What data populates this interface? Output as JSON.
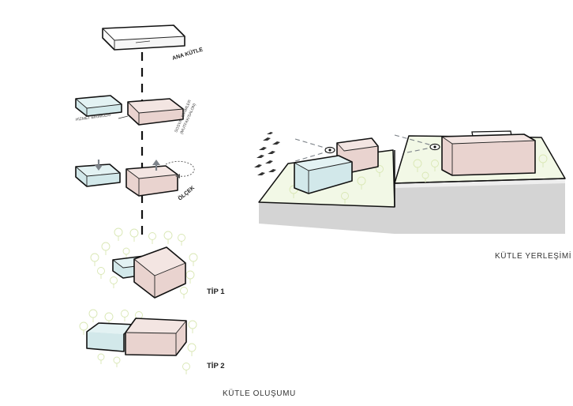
{
  "labels": {
    "ana_kutle": "ANA KÜTLE",
    "hizmet_birimleri": "HİZMET BİRİMLERİ",
    "sosyal_birimler_1": "SOSYAL BİRİMLER",
    "sosyal_birimler_2": "(MUTFAK/SALON)",
    "olcek": "ÖLÇEK",
    "tip1": "TİP 1",
    "tip2": "TİP 2",
    "kutle_olusumu": "KÜTLE OLUŞUMU",
    "kutle_yerlesimi": "KÜTLE YERLEŞİMİ"
  },
  "colors": {
    "service_mass": "#e3f2f3",
    "social_mass": "#f3e5e2",
    "site_green": "#f2f8e6",
    "ground_gray": "#d4d4d4",
    "tree_stroke": "#d9e7b4"
  },
  "icons": {
    "arrow_down": "arrow-down-icon",
    "arrow_up": "arrow-up-icon",
    "rotate": "rotate-icon",
    "eye": "eye-icon",
    "birds": "bird-icon",
    "vegetation": "vegetation-icon"
  }
}
